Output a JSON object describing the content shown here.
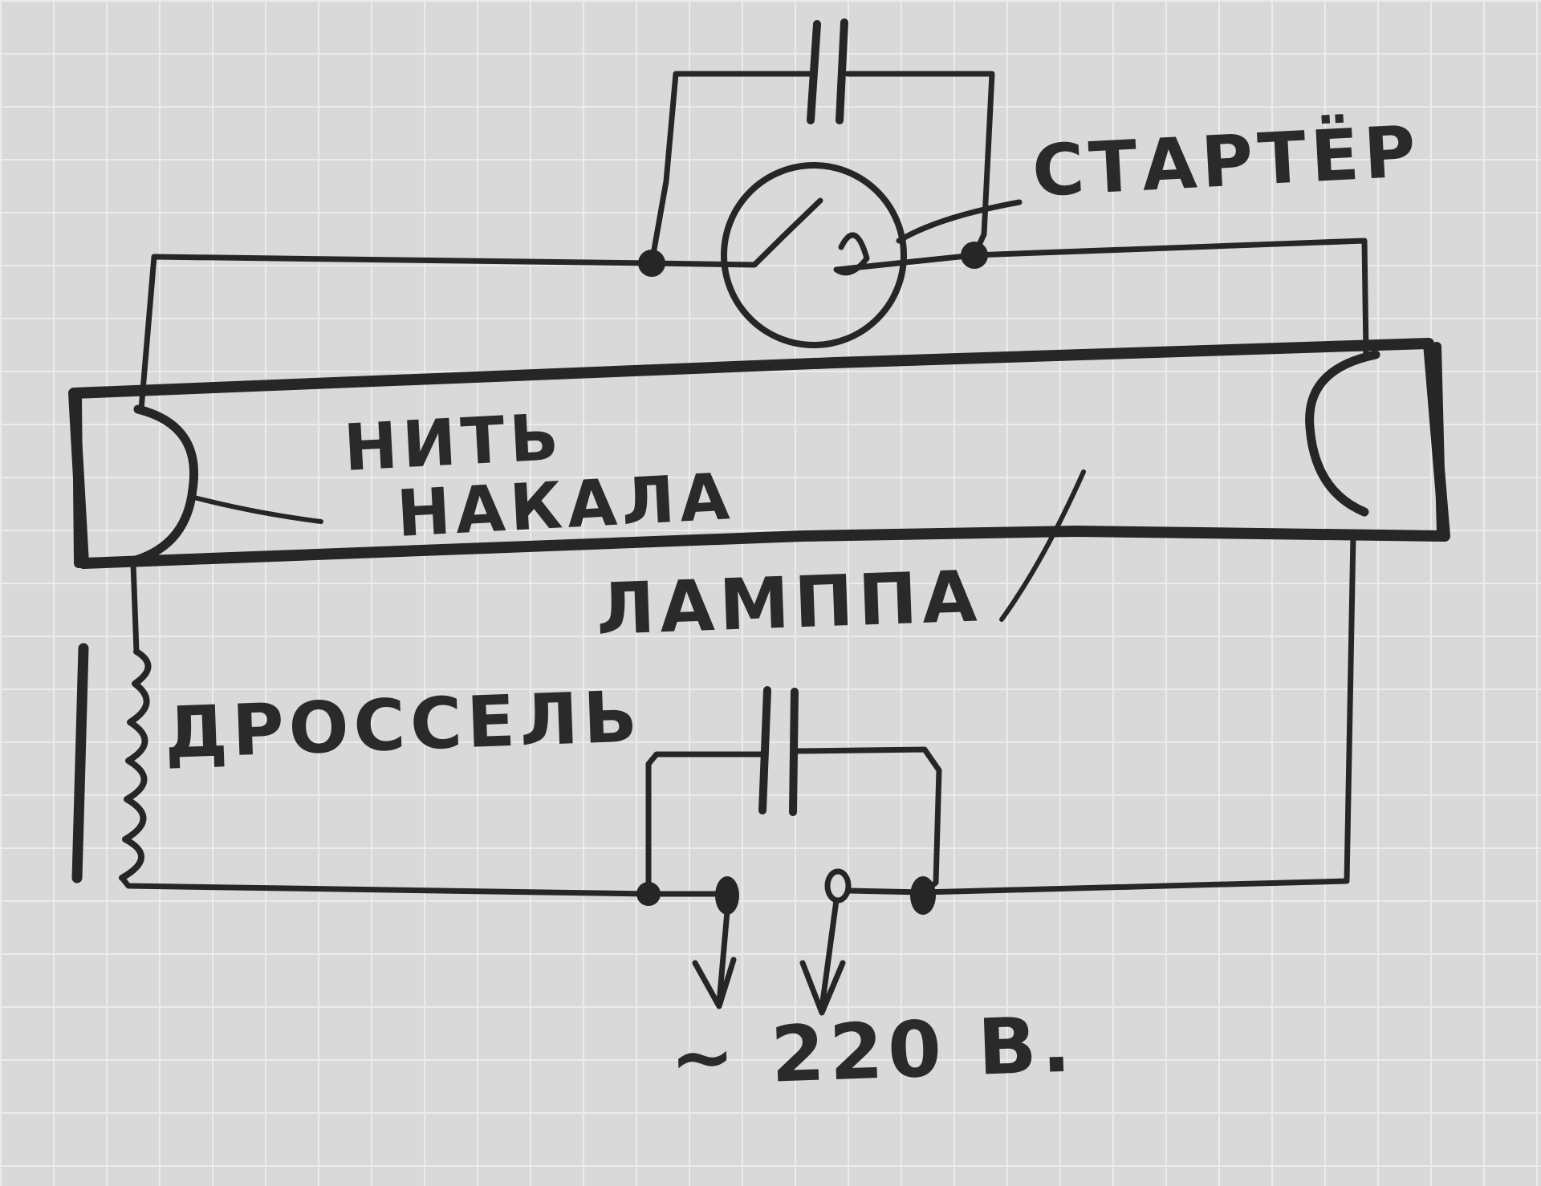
{
  "labels": {
    "starter": "СТАРТЁР",
    "filament_line1": "НИТЬ",
    "filament_line2": "НАКАЛА",
    "lamp": "ЛАМППА",
    "choke": "ДРОССЕЛЬ",
    "supply": "~ 220 В."
  },
  "colors": {
    "paper": "#d9d9d9",
    "grid": "#ececec",
    "ink": "#262626"
  }
}
